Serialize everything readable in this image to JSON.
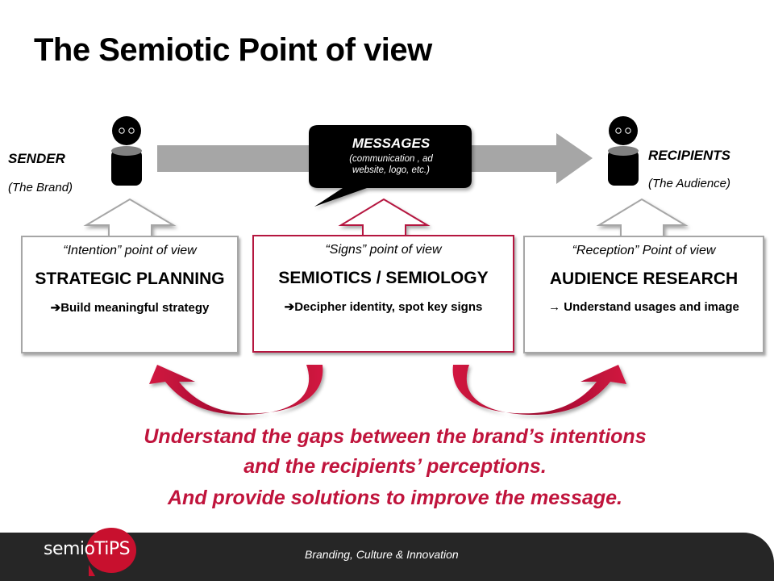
{
  "title": "The Semiotic Point of view",
  "sender": {
    "label": "SENDER",
    "sub": "(The Brand)"
  },
  "recipients": {
    "label": "RECIPIENTS",
    "sub": "(The Audience)"
  },
  "messages": {
    "title": "MESSAGES",
    "line1": "(communication , ad",
    "line2": "website, logo, etc.)"
  },
  "boxes": [
    {
      "pov": "“Intention” point of view",
      "heading": "STRATEGIC PLANNING",
      "arrow": "➔",
      "action": "Build meaningful strategy",
      "style": "gray"
    },
    {
      "pov": "“Signs” point of view",
      "heading": "SEMIOTICS / SEMIOLOGY",
      "arrow": "➔",
      "action": "Decipher identity, spot key signs",
      "style": "red"
    },
    {
      "pov": "“Reception” Point of view",
      "heading": "AUDIENCE RESEARCH",
      "arrow": "→",
      "action": " Understand usages and image",
      "style": "gray"
    }
  ],
  "conclusion": [
    "Understand the gaps between the brand’s intentions",
    "and the recipients’ perceptions.",
    "And provide solutions to improve the message."
  ],
  "footer": {
    "logo_part1": "semio",
    "logo_part2": "TiPS",
    "tagline": "Branding, Culture & Innovation"
  },
  "colors": {
    "accent_red": "#c0143c",
    "box_red_border": "#b5163f",
    "gray_arrow": "#a6a6a6",
    "footer_bg": "#262626",
    "logo_red": "#c8102e"
  }
}
